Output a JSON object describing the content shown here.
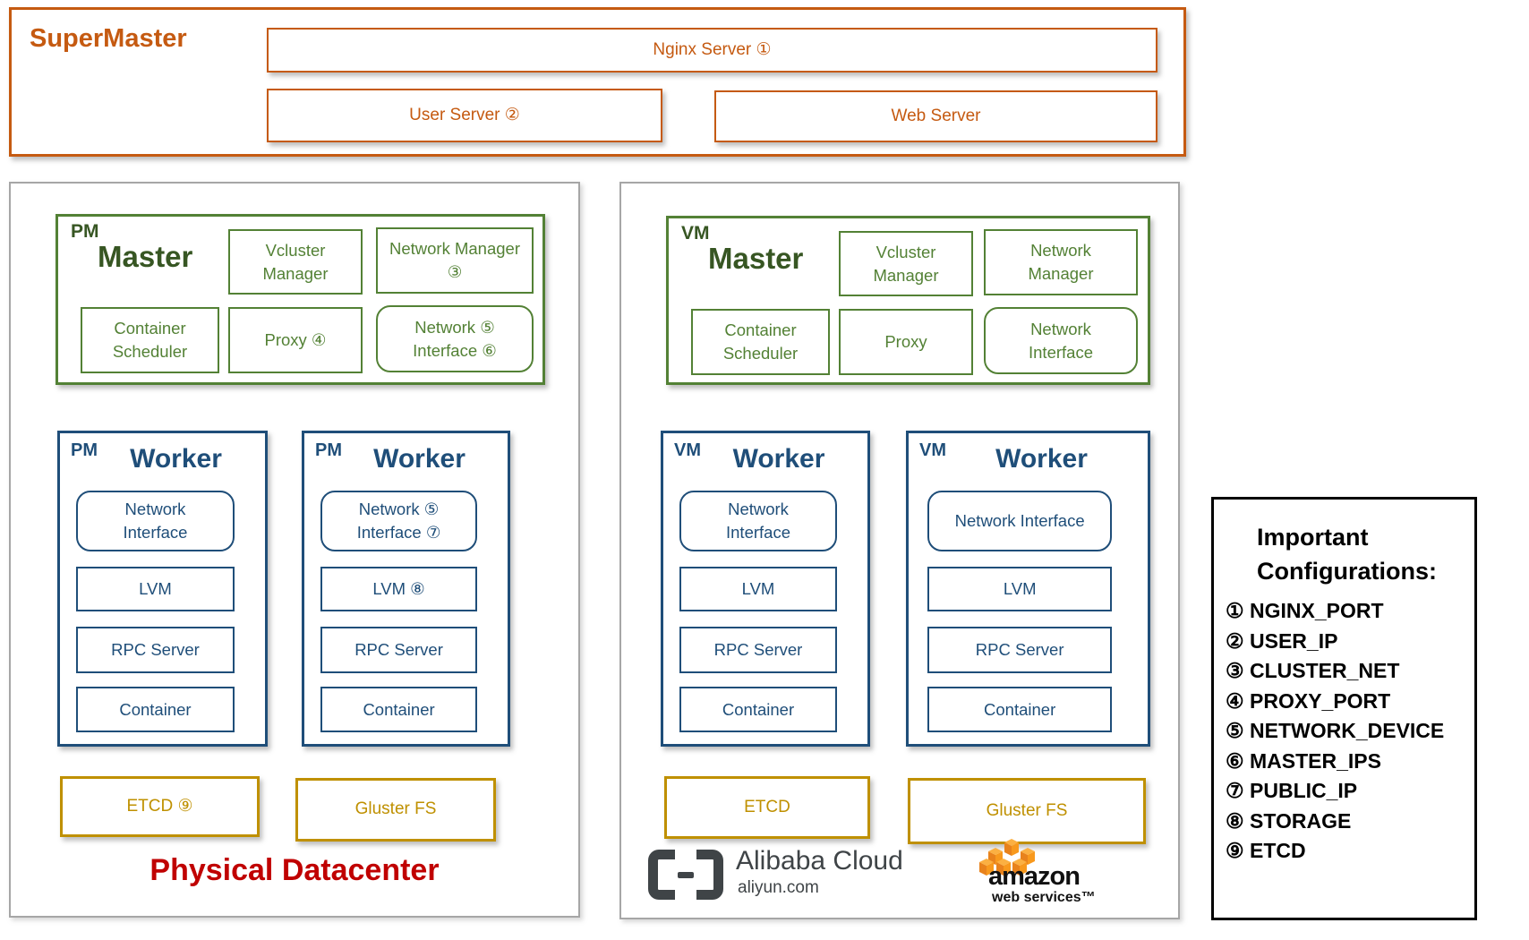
{
  "supermaster": {
    "title": "SuperMaster",
    "nginx": "Nginx Server ①",
    "user": "User Server ②",
    "web": "Web Server"
  },
  "physical": {
    "caption": "Physical Datacenter",
    "master": {
      "tag": "PM",
      "title": "Master",
      "vcluster": "Vcluster Manager",
      "network_manager": "Network Manager ③",
      "scheduler": "Container Scheduler",
      "proxy": "Proxy ④",
      "interface": "Network ⑤ Interface ⑥"
    },
    "workers": [
      {
        "tag": "PM",
        "title": "Worker",
        "interface": "Network Interface",
        "lvm": "LVM",
        "rpc": "RPC Server",
        "container": "Container"
      },
      {
        "tag": "PM",
        "title": "Worker",
        "interface": "Network ⑤ Interface ⑦",
        "lvm": "LVM ⑧",
        "rpc": "RPC Server",
        "container": "Container"
      }
    ],
    "etcd": "ETCD ⑨",
    "gluster": "Gluster FS"
  },
  "cloud": {
    "master": {
      "tag": "VM",
      "title": "Master",
      "vcluster": "Vcluster Manager",
      "network_manager": "Network Manager",
      "scheduler": "Container Scheduler",
      "proxy": "Proxy",
      "interface": "Network Interface"
    },
    "workers": [
      {
        "tag": "VM",
        "title": "Worker",
        "interface": "Network Interface",
        "lvm": "LVM",
        "rpc": "RPC Server",
        "container": "Container"
      },
      {
        "tag": "VM",
        "title": "Worker",
        "interface": "Network Interface",
        "lvm": "LVM",
        "rpc": "RPC Server",
        "container": "Container"
      }
    ],
    "etcd": "ETCD",
    "gluster": "Gluster FS",
    "alibaba": {
      "name": "Alibaba Cloud",
      "domain": "aliyun.com"
    },
    "aws": {
      "name": "amazon",
      "sub": "web services™"
    }
  },
  "legend": {
    "title": "Important Configurations:",
    "items": [
      "① NGINX_PORT",
      "② USER_IP",
      "③ CLUSTER_NET",
      "④ PROXY_PORT",
      "⑤ NETWORK_DEVICE",
      "⑥ MASTER_IPS",
      "⑦ PUBLIC_IP",
      "⑧ STORAGE",
      "⑨ ETCD"
    ]
  },
  "colors": {
    "orange": "#C55A11",
    "green": "#538135",
    "dark_green": "#375623",
    "blue": "#1F4E79",
    "gold": "#BF9000",
    "red": "#C00000",
    "panel_gray": "#A6A6A6",
    "alibaba_gray": "#3F4447",
    "aws_orange": "#F8991D"
  }
}
